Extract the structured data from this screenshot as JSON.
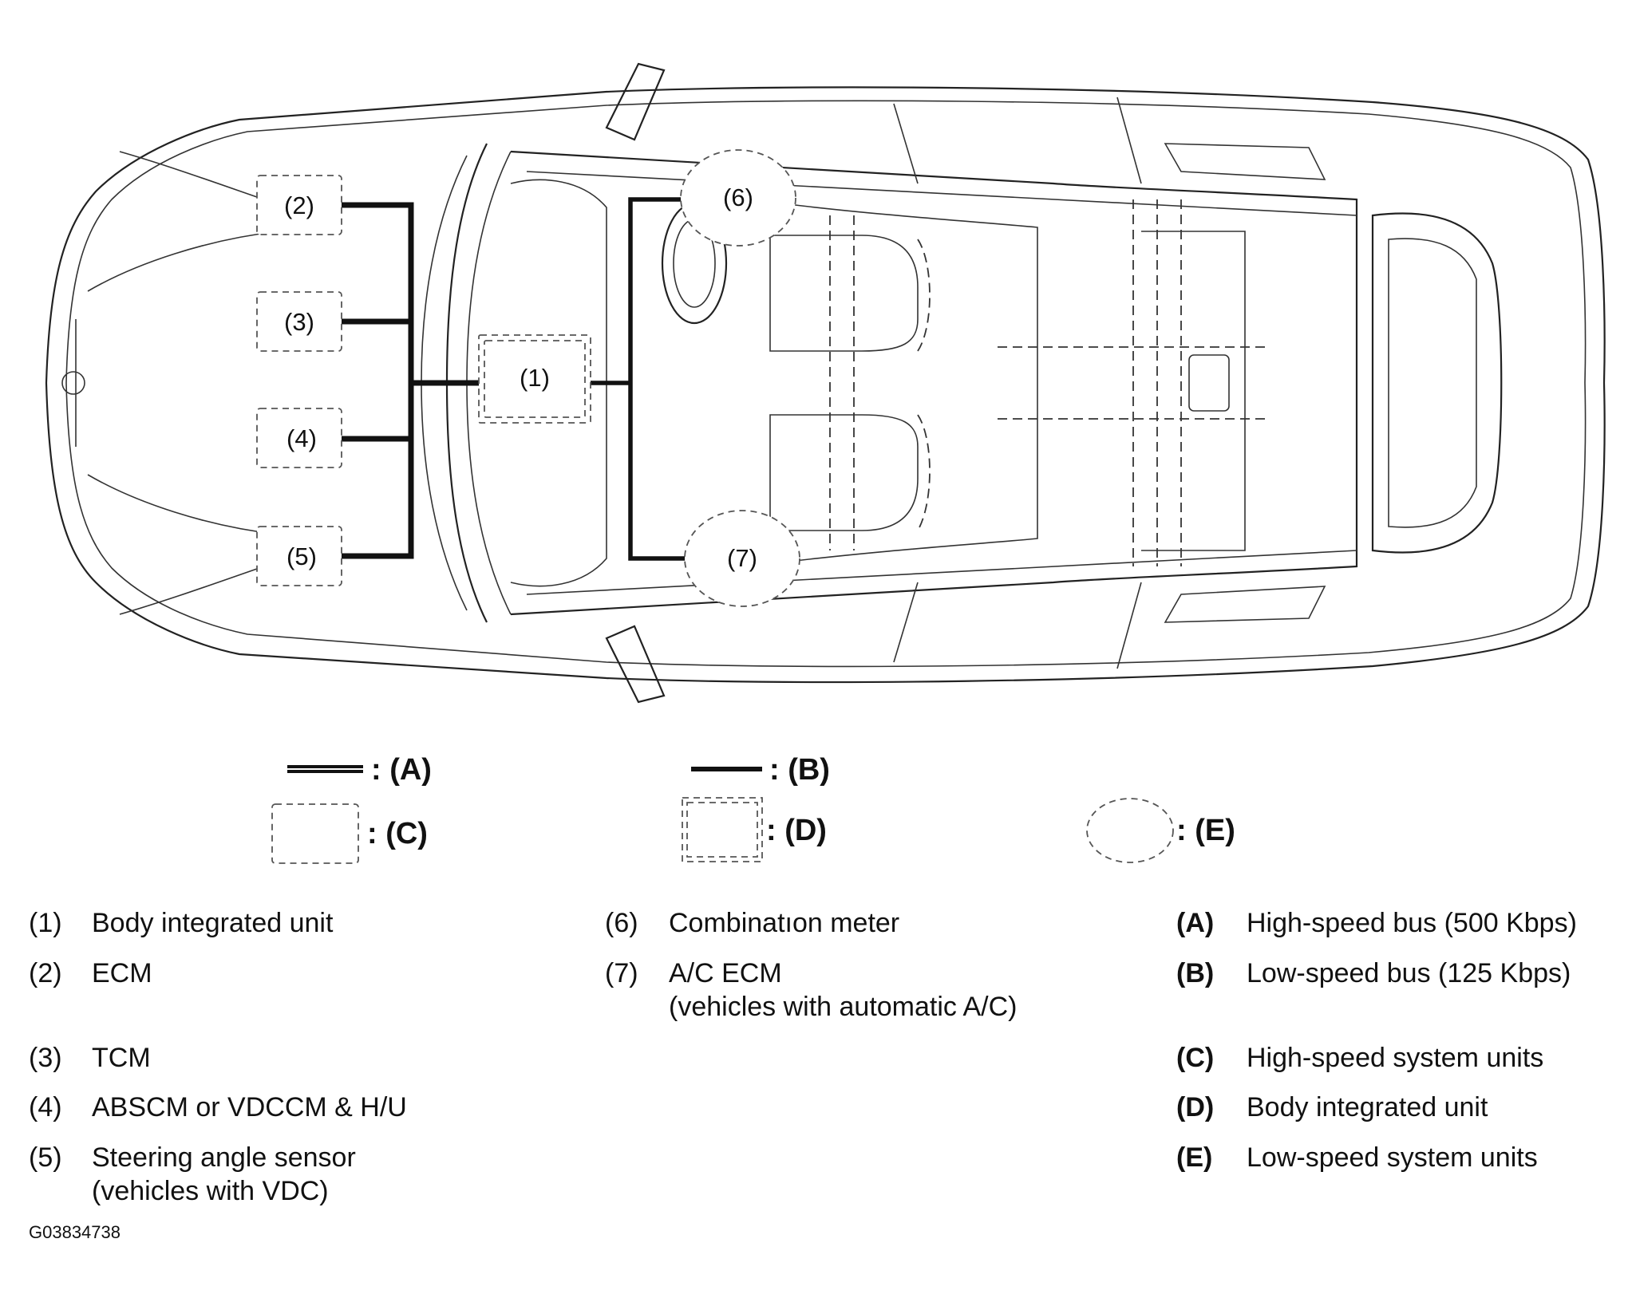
{
  "diagram": {
    "units": [
      {
        "id": "1",
        "label": "(1)"
      },
      {
        "id": "2",
        "label": "(2)"
      },
      {
        "id": "3",
        "label": "(3)"
      },
      {
        "id": "4",
        "label": "(4)"
      },
      {
        "id": "5",
        "label": "(5)"
      },
      {
        "id": "6",
        "label": "(6)"
      },
      {
        "id": "7",
        "label": "(7)"
      }
    ],
    "legend_symbols": {
      "A": ": (A)",
      "B": ": (B)",
      "C": ": (C)",
      "D": ": (D)",
      "E": ": (E)"
    }
  },
  "key": {
    "components": [
      {
        "num": "(1)",
        "name": "Body integrated unit"
      },
      {
        "num": "(2)",
        "name": "ECM"
      },
      {
        "num": "(3)",
        "name": "TCM"
      },
      {
        "num": "(4)",
        "name": "ABSCM or VDCCM & H/U"
      },
      {
        "num": "(5)",
        "name": "Steering angle sensor",
        "note": "(vehicles with VDC)"
      },
      {
        "num": "(6)",
        "name": "Combinatıon meter"
      },
      {
        "num": "(7)",
        "name": "A/C ECM",
        "note": "(vehicles with automatic A/C)"
      }
    ],
    "line_types": [
      {
        "code": "(A)",
        "name": "High-speed bus (500 Kbps)"
      },
      {
        "code": "(B)",
        "name": "Low-speed bus (125 Kbps)"
      },
      {
        "code": "(C)",
        "name": "High-speed system units"
      },
      {
        "code": "(D)",
        "name": "Body integrated unit"
      },
      {
        "code": "(E)",
        "name": "Low-speed system units"
      }
    ]
  },
  "figure_id": "G03834738"
}
